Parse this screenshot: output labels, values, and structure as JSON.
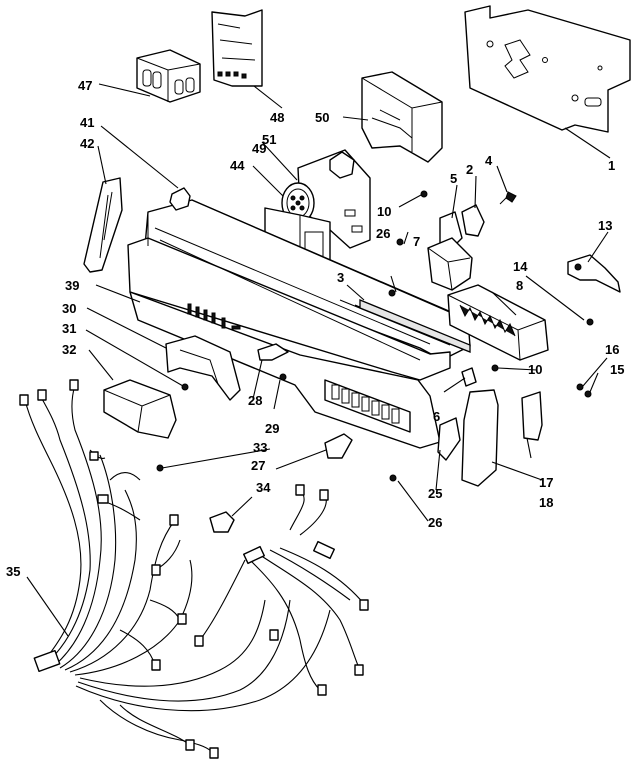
{
  "callouts": {
    "c1": "1",
    "c2": "2",
    "c3": "3",
    "c4": "4",
    "c5": "5",
    "c6": "6",
    "c7": "7",
    "c8": "8",
    "c10a": "10",
    "c10b": "10",
    "c13": "13",
    "c14": "14",
    "c15": "15",
    "c16": "16",
    "c17": "17",
    "c18": "18",
    "c25": "25",
    "c26a": "26",
    "c26b": "26",
    "c27": "27",
    "c28": "28",
    "c29": "29",
    "c30": "30",
    "c31": "31",
    "c32": "32",
    "c33": "33",
    "c34": "34",
    "c35": "35",
    "c39": "39",
    "c41": "41",
    "c42": "42",
    "c44": "44",
    "c47": "47",
    "c48": "48",
    "c49": "49",
    "c50": "50",
    "c51": "51"
  }
}
